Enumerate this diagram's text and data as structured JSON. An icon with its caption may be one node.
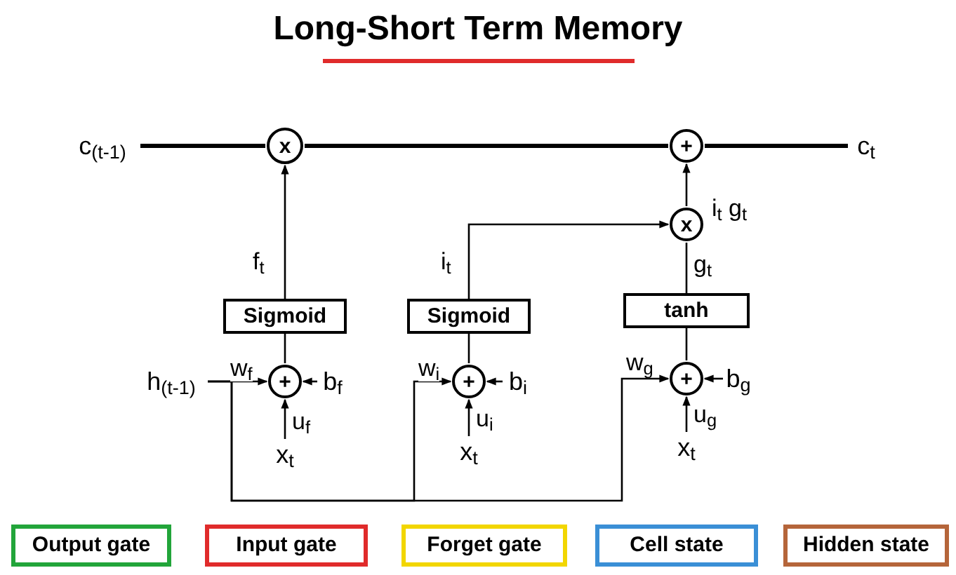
{
  "diagram": {
    "title": "Long-Short Term Memory",
    "nodes": [
      {
        "text": [
          "c$_{(t-1)}$"
        ]
      },
      {
        "text": [
          "x"
        ]
      },
      {
        "text": [
          "+"
        ]
      },
      {
        "text": [
          "c$_{t}$"
        ]
      },
      {
        "text": [
          "x"
        ]
      },
      {
        "text": [
          "Sigmoid"
        ]
      },
      {
        "text": [
          "Sigmoid"
        ]
      },
      {
        "text": [
          "tanh"
        ]
      },
      {
        "text": [
          "+"
        ]
      },
      {
        "text": [
          "+"
        ]
      },
      {
        "text": [
          "+"
        ]
      },
      {
        "text": [
          "h$_{(t-1)}$"
        ]
      },
      {
        "text": [
          "x$_{t}$"
        ]
      },
      {
        "text": [
          "x$_{t}$"
        ]
      },
      {
        "text": [
          "x$_{t}$"
        ]
      },
      {
        "text": [
          "b$_{f}$"
        ]
      },
      {
        "text": [
          "b$_{i}$"
        ]
      },
      {
        "text": [
          "b$_{g}$"
        ]
      }
    ],
    "edges": [
      {
        "from": 0,
        "to": 1,
        "arrow": "none",
        "style": "thick"
      },
      {
        "from": 1,
        "to": 2,
        "arrow": "none",
        "style": "thick"
      },
      {
        "from": 2,
        "to": 3,
        "arrow": "none",
        "style": "thick"
      },
      {
        "from": 5,
        "to": 1,
        "arrow": "to",
        "label": "f$_{t}$"
      },
      {
        "from": 6,
        "to": 4,
        "arrow": "to",
        "label": "i$_{t}$"
      },
      {
        "from": 7,
        "to": 4,
        "arrow": "none",
        "label": "g$_{t}$"
      },
      {
        "from": 4,
        "to": 2,
        "arrow": "to",
        "label": "i$_{t}$ g$_{t}$"
      },
      {
        "from": 8,
        "to": 5,
        "arrow": "none"
      },
      {
        "from": 9,
        "to": 6,
        "arrow": "none"
      },
      {
        "from": 10,
        "to": 7,
        "arrow": "none"
      },
      {
        "from": 11,
        "to": 8,
        "arrow": "to",
        "label": "w$_{f}$"
      },
      {
        "from": 11,
        "to": 9,
        "arrow": "to",
        "label": "w$_{i}$"
      },
      {
        "from": 11,
        "to": 10,
        "arrow": "to",
        "label": "w$_{g}$"
      },
      {
        "from": 12,
        "to": 8,
        "arrow": "to",
        "label": "u$_{f}$"
      },
      {
        "from": 13,
        "to": 9,
        "arrow": "to",
        "label": "u$_{i}$"
      },
      {
        "from": 14,
        "to": 10,
        "arrow": "to",
        "label": "u$_{g}$"
      },
      {
        "from": 15,
        "to": 8,
        "arrow": "to"
      },
      {
        "from": 16,
        "to": 9,
        "arrow": "to"
      },
      {
        "from": 17,
        "to": 10,
        "arrow": "to"
      }
    ],
    "legend": [
      {
        "text": "Output gate",
        "color": "#22a53a"
      },
      {
        "text": "Input gate",
        "color": "#e02b2b"
      },
      {
        "text": "Forget gate",
        "color": "#f2d600"
      },
      {
        "text": "Cell state",
        "color": "#3a8fd6"
      },
      {
        "text": "Hidden state",
        "color": "#b5653a"
      }
    ]
  }
}
